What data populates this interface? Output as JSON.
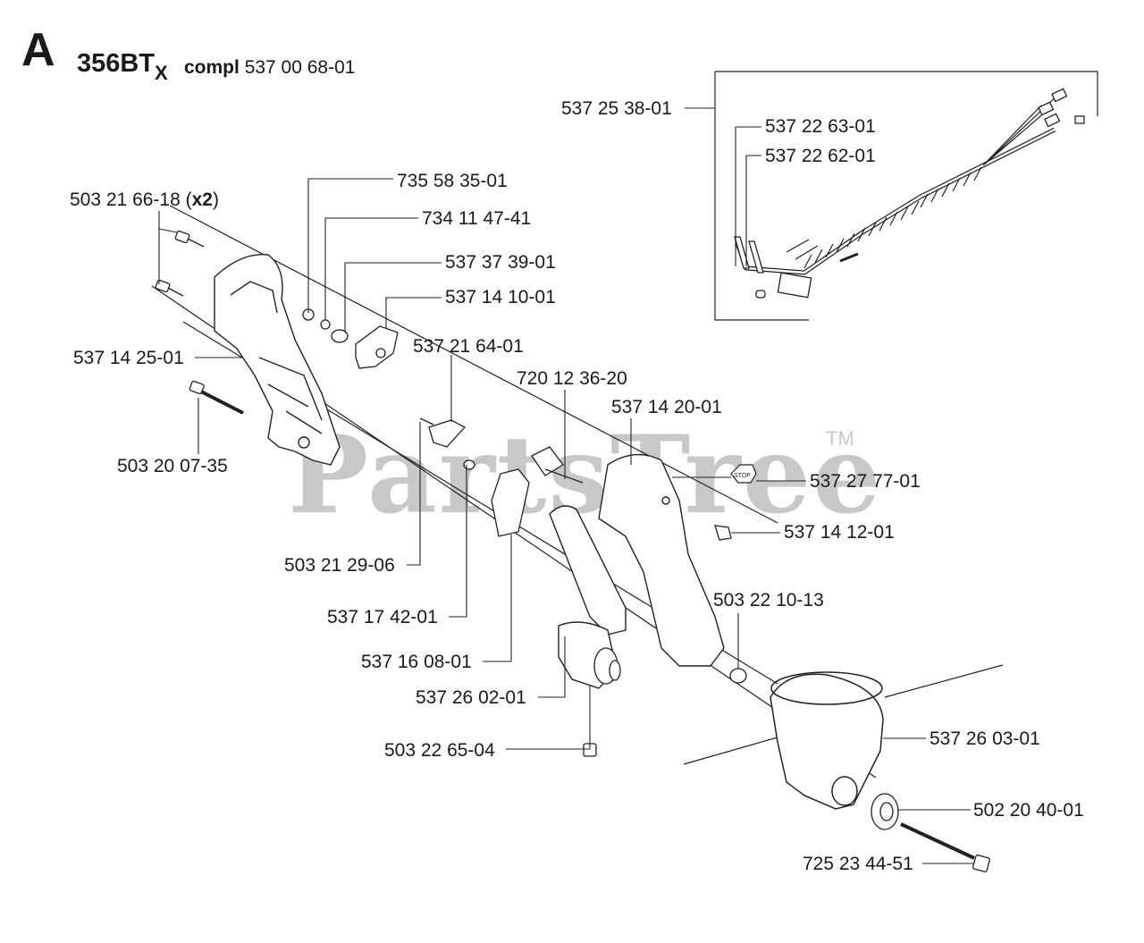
{
  "header": {
    "letter": "A",
    "model": "356BT",
    "model_sub": "X",
    "compl_label": "compl",
    "compl_number": "537 00 68-01"
  },
  "watermark": {
    "text": "PartsTree",
    "tm": "TM"
  },
  "callouts": {
    "c_537253801": "537 25 38-01",
    "c_537226301": "537 22 63-01",
    "c_537226201": "537 22 62-01",
    "c_735583501": "735 58 35-01",
    "c_5032166_18": "503 21 66-18",
    "c_x2": "x2",
    "c_734114741": "734 11 47-41",
    "c_537373901": "537 37 39-01",
    "c_537141001": "537 14 10-01",
    "c_537216401": "537 21 64-01",
    "c_537142501": "537 14 25-01",
    "c_720123620": "720 12 36-20",
    "c_537142001": "537 14 20-01",
    "c_503200735": "503 20 07-35",
    "c_537277701": "537 27 77-01",
    "c_537141201": "537 14 12-01",
    "c_503212906": "503 21 29-06",
    "c_503221013": "503 22 10-13",
    "c_537174201": "537 17 42-01",
    "c_537160801": "537 16 08-01",
    "c_537260201": "537 26 02-01",
    "c_503226504": "503 22 65-04",
    "c_537260301": "537 26 03-01",
    "c_502204001": "502 20 40-01",
    "c_725234451": "725 23 44-51"
  },
  "stop_label": "STOP"
}
